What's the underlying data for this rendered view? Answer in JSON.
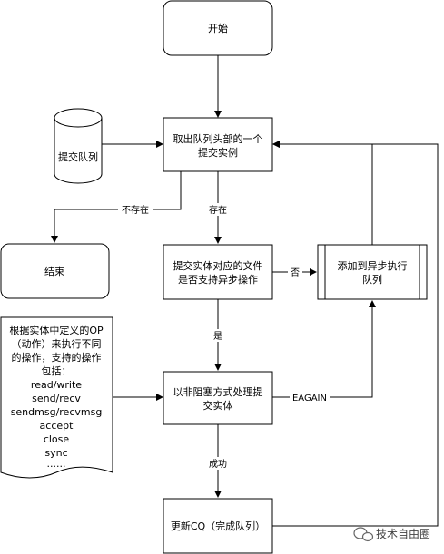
{
  "nodes": {
    "start": "开始",
    "dequeue_line1": "取出队列头部的一个",
    "dequeue_line2": "提交实例",
    "submit_queue": "提交队列",
    "end": "结束",
    "check_line1": "提交实体对应的文件",
    "check_line2": "是否支持异步操作",
    "async_line1": "添加到异步执行",
    "async_line2": "队列",
    "nonblock_line1": "以非阻塞方式处理提",
    "nonblock_line2": "交实体",
    "update_cq": "更新CQ（完成队列）"
  },
  "note": {
    "lines": [
      "根据实体中定义的OP",
      "（动作）来执行不同",
      "的操作，支持的操作",
      "包括：",
      "read/write",
      "send/recv",
      "sendmsg/recvmsg",
      "accept",
      "close",
      "sync",
      "......"
    ]
  },
  "edges": {
    "not_exist": "不存在",
    "exist": "存在",
    "no": "否",
    "yes": "是",
    "eagain": "EAGAIN",
    "success": "成功"
  },
  "watermark": "技术自由圈"
}
